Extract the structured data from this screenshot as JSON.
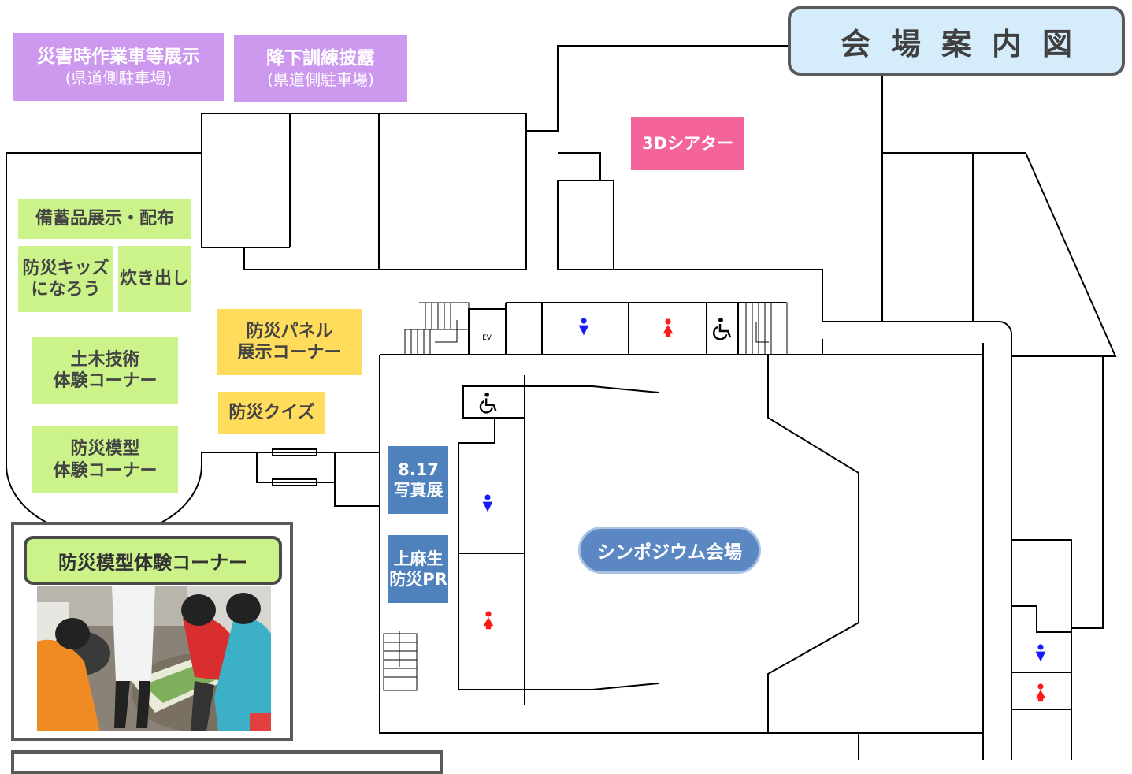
{
  "title": "会場案内図",
  "outdoor": [
    {
      "main": "災害時作業車等展示",
      "sub": "(県道側駐車場)"
    },
    {
      "main": "降下訓練披露",
      "sub": "(県道側駐車場)"
    }
  ],
  "theater": "3Dシアター",
  "left_wing": {
    "stockpile": "備蓄品展示・配布",
    "kids_line1": "防災キッズ",
    "kids_line2": "になろう",
    "cooking": "炊き出し",
    "civil_line1": "土木技術",
    "civil_line2": "体験コーナー",
    "model_line1": "防災模型",
    "model_line2": "体験コーナー"
  },
  "lobby": {
    "panel_line1": "防災パネル",
    "panel_line2": "展示コーナー",
    "quiz": "防災クイズ",
    "photo_line1": "8.17",
    "photo_line2": "写真展",
    "pr_line1": "上麻生",
    "pr_line2": "防災PR"
  },
  "elevator": "EV",
  "symposium": "シンポジウム会場",
  "photo_panel_title": "防災模型体験コーナー",
  "icons": {
    "men": "male-restroom-icon",
    "women": "female-restroom-icon",
    "accessible": "wheelchair-icon",
    "stairs": "stairs-icon"
  },
  "colors": {
    "outdoor": "#cc99ee",
    "left_wing": "#ccf28a",
    "lobby_yellow": "#ffdc5c",
    "lobby_blue": "#4f81bd",
    "theater": "#f4649b",
    "title_bg": "#d5ecfa",
    "men": "#1a1aff",
    "women": "#ff1a1a"
  }
}
